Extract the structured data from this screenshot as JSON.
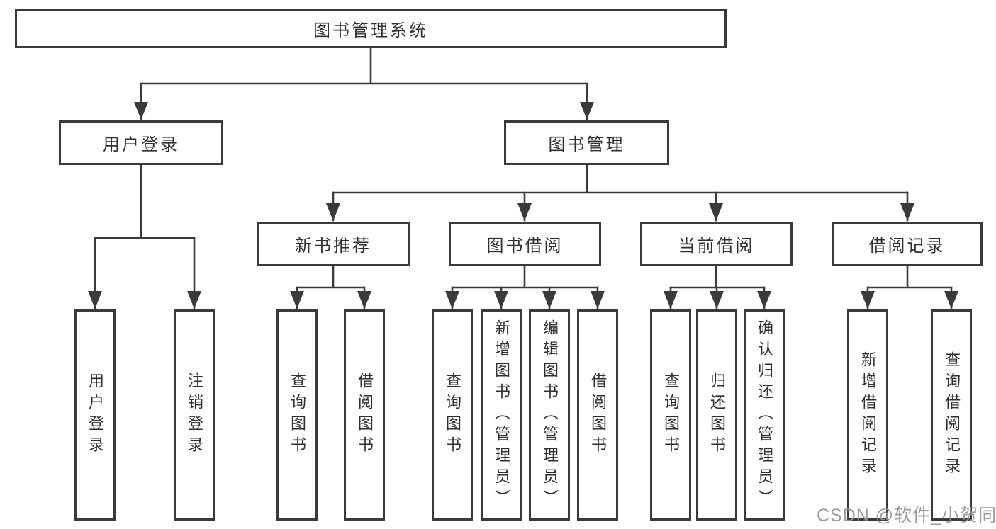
{
  "tree": {
    "label": "图书管理系统",
    "children": [
      {
        "label": "用户登录",
        "children": [
          {
            "label": "用户登录"
          },
          {
            "label": "注销登录"
          }
        ]
      },
      {
        "label": "图书管理",
        "children": [
          {
            "label": "新书推荐",
            "children": [
              {
                "label": "查询图书"
              },
              {
                "label": "借阅图书"
              }
            ]
          },
          {
            "label": "图书借阅",
            "children": [
              {
                "label": "查询图书"
              },
              {
                "label": "新增图书（管理员）"
              },
              {
                "label": "编辑图书（管理员）"
              },
              {
                "label": "借阅图书"
              }
            ]
          },
          {
            "label": "当前借阅",
            "children": [
              {
                "label": "查询图书"
              },
              {
                "label": "归还图书"
              },
              {
                "label": "确认归还（管理员）"
              }
            ]
          },
          {
            "label": "借阅记录",
            "children": [
              {
                "label": "新增借阅记录"
              },
              {
                "label": "查询借阅记录"
              }
            ]
          }
        ]
      }
    ]
  },
  "watermark": "CSDN @软件_小贺同学",
  "colors": {
    "line": "#3a3a3a",
    "box_border": "#3a3a3a",
    "text": "#2f2f2f",
    "watermark": "#989898",
    "background": "#ffffff"
  }
}
